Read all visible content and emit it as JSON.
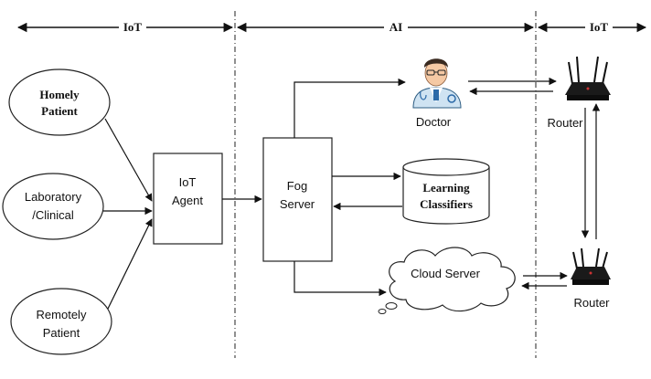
{
  "headers": {
    "iot_left": "IoT",
    "ai": "AI",
    "iot_right": "IoT"
  },
  "patients": [
    {
      "line1": "Homely",
      "line2": "Patient"
    },
    {
      "line1": "Laboratory",
      "line2": "/Clinical"
    },
    {
      "line1": "Remotely",
      "line2": "Patient"
    }
  ],
  "iot_agent": {
    "line1": "IoT",
    "line2": "Agent"
  },
  "fog_server": {
    "line1": "Fog",
    "line2": "Server"
  },
  "learning": {
    "line1": "Learning",
    "line2": "Classifiers"
  },
  "cloud_server": "Cloud Server",
  "doctor": "Doctor",
  "routers": [
    "Router",
    "Router"
  ]
}
